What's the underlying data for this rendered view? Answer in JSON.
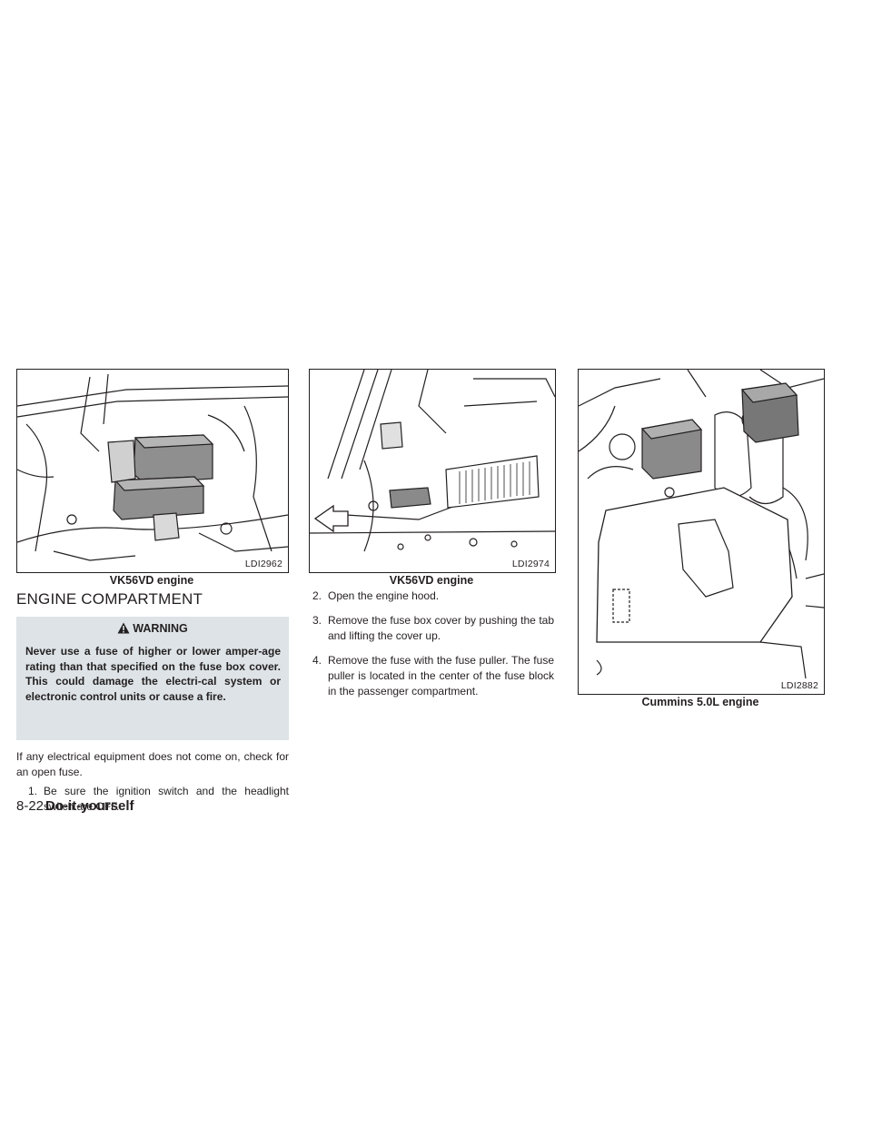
{
  "figures": [
    {
      "code": "LDI2962",
      "caption": "VK56VD engine"
    },
    {
      "code": "LDI2974",
      "caption": "VK56VD engine"
    },
    {
      "code": "LDI2882",
      "caption": "Cummins 5.0L engine"
    }
  ],
  "section_title": "ENGINE COMPARTMENT",
  "warning": {
    "heading": "WARNING",
    "icon": "warning-triangle-icon",
    "text": "Never use a fuse of higher or lower amper-age rating than that specified on the fuse box cover. This could damage the electri-cal system or electronic control units or cause a fire."
  },
  "intro": "If any electrical equipment does not come on, check for an open fuse.",
  "steps": [
    {
      "num": "1.",
      "text": "Be sure the ignition switch and the headlight switch are OFF."
    },
    {
      "num": "2.",
      "text": "Open the engine hood."
    },
    {
      "num": "3.",
      "text": "Remove the fuse box cover by pushing the tab and lifting the cover up."
    },
    {
      "num": "4.",
      "text": "Remove the fuse with the fuse puller. The fuse puller is located in the center of the fuse block in the passenger compartment."
    }
  ],
  "footer": {
    "page": "8-22",
    "section": "Do-it-yourself"
  }
}
